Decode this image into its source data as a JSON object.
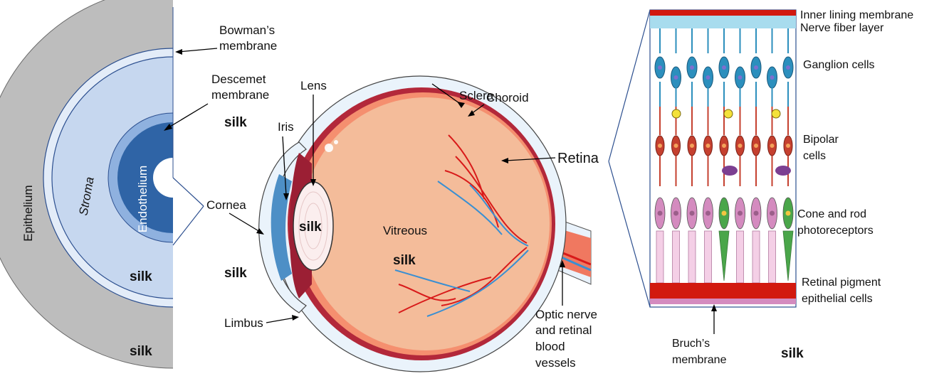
{
  "cornea_section": {
    "bowman": [
      "Bowman’s",
      "membrane"
    ],
    "descemet": [
      "Descemet",
      "membrane"
    ],
    "epithelium": "Epithelium",
    "stroma": "Stroma",
    "endothelium": "Endothelium",
    "silk_descemet": "silk",
    "silk_stroma": "silk",
    "silk_epithelium": "silk"
  },
  "eye": {
    "lens": "Lens",
    "iris": "Iris",
    "cornea": "Cornea",
    "limbus": "Limbus",
    "sclera": "Sclera",
    "choroid": "Choroid",
    "retina": "Retina",
    "vitreous": "Vitreous",
    "optic_nerve": [
      "Optic nerve",
      "and retinal",
      "blood",
      "vessels"
    ],
    "silk_lens": "silk",
    "silk_vitreous": "silk",
    "silk_cornea": "silk"
  },
  "retina_layers": {
    "inner_lining": "Inner lining membrane",
    "nerve_fiber": "Nerve fiber layer",
    "ganglion": "Ganglion cells",
    "bipolar": [
      "Bipolar",
      "cells"
    ],
    "photoreceptors": [
      "Cone and rod",
      "photoreceptors"
    ],
    "rpe": [
      "Retinal pigment",
      "epithelial cells"
    ],
    "bruch": [
      "Bruch’s",
      "membrane"
    ],
    "silk_bruch": "silk"
  },
  "colors": {
    "epithelium": "#bdbdbd",
    "stroma": "#c6d7ef",
    "endothelium": "#2f64a6",
    "vitreous": "#f4bc9a",
    "sclera_outer": "#d9e9f6",
    "choroid": "#b3283a",
    "rpe": "#d2190f",
    "nerve_fiber": "#a8dcee",
    "ganglion_cell": "#2c8fbd",
    "bipolar_cell": "#c5402f",
    "cone": "#4aa64a",
    "rod": "#d48bbf"
  }
}
